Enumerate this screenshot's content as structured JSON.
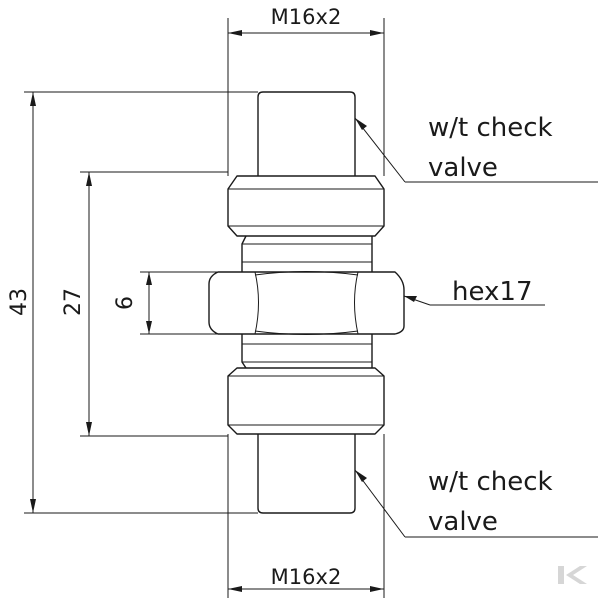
{
  "dimensions": {
    "thread_top": "M16x2",
    "thread_bottom": "M16x2",
    "overall_length": "43",
    "body_length": "27",
    "hex_width": "6",
    "hex_size": "hex17"
  },
  "callouts": {
    "top_line1": "w/t check",
    "top_line2": "valve",
    "bottom_line1": "w/t check",
    "bottom_line2": "valve"
  },
  "colors": {
    "line": "#1a1a1a",
    "background": "#ffffff",
    "logo": "#d6d6d6"
  }
}
